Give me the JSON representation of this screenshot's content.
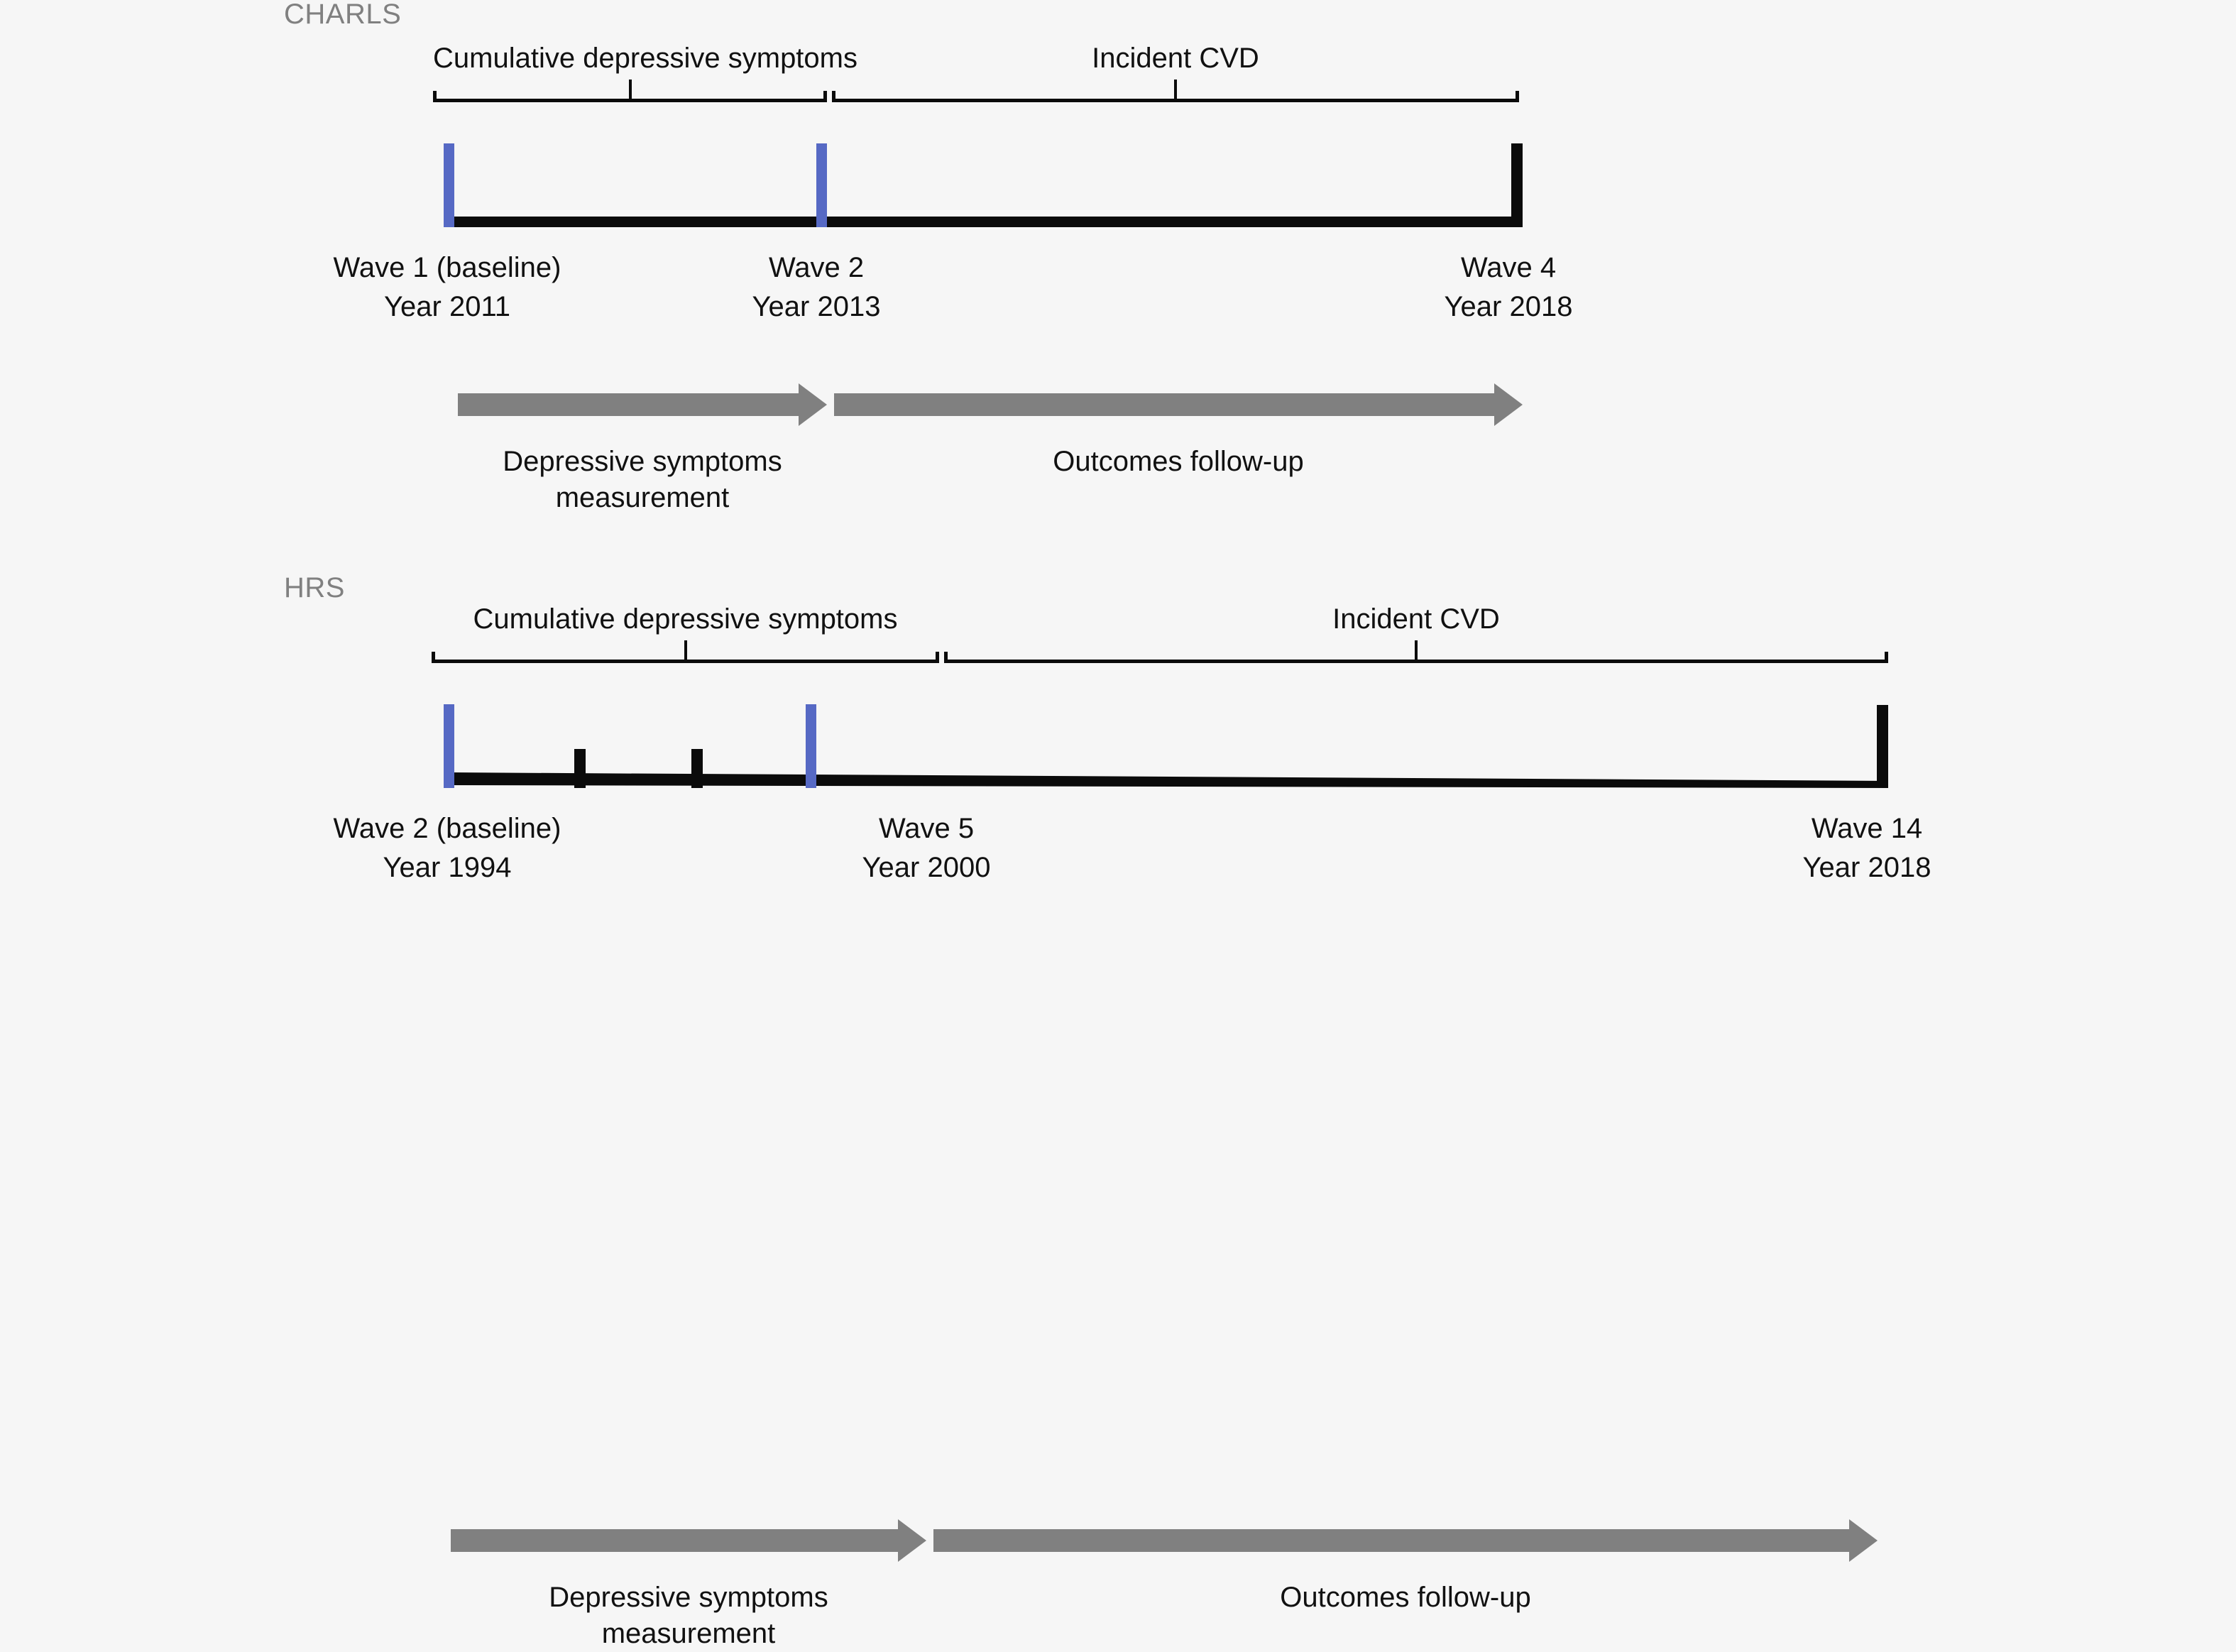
{
  "figure": {
    "background_color": "#f6f6f6",
    "accent_marker_color": "#5669c4",
    "axis_color": "#0b0b0b",
    "arrow_color": "#808080",
    "cohort_label_color": "#808080"
  },
  "panels": [
    {
      "id": "charls",
      "cohort_label": "CHARLS",
      "brackets": [
        {
          "id": "exposure",
          "label": "Cumulative depressive symptoms"
        },
        {
          "id": "outcome",
          "label": "Incident CVD"
        }
      ],
      "waves": [
        {
          "id": "wave1",
          "name": "Wave 1 (baseline)",
          "year": "Year 2011",
          "marker": "blue"
        },
        {
          "id": "wave2",
          "name": "Wave 2",
          "year": "Year 2013",
          "marker": "blue"
        },
        {
          "id": "wave4",
          "name": "Wave 4",
          "year": "Year 2018",
          "marker": "black"
        }
      ],
      "arrows": [
        {
          "id": "exposure-arrow",
          "caption_line1": "Depressive symptoms",
          "caption_line2": "measurement"
        },
        {
          "id": "outcome-arrow",
          "caption_line1": "Outcomes follow-up",
          "caption_line2": ""
        }
      ]
    },
    {
      "id": "hrs",
      "cohort_label": "HRS",
      "brackets": [
        {
          "id": "exposure",
          "label": "Cumulative depressive symptoms"
        },
        {
          "id": "outcome",
          "label": "Incident CVD"
        }
      ],
      "waves": [
        {
          "id": "wave2",
          "name": "Wave 2 (baseline)",
          "year": "Year 1994",
          "marker": "blue"
        },
        {
          "id": "wave3",
          "name": "",
          "year": "",
          "marker": "black-tick"
        },
        {
          "id": "wave4",
          "name": "",
          "year": "",
          "marker": "black-tick"
        },
        {
          "id": "wave5",
          "name": "Wave 5",
          "year": "Year 2000",
          "marker": "blue"
        },
        {
          "id": "wave14",
          "name": "Wave 14",
          "year": "Year 2018",
          "marker": "black"
        }
      ],
      "arrows": [
        {
          "id": "exposure-arrow",
          "caption_line1": "Depressive symptoms",
          "caption_line2": "measurement"
        },
        {
          "id": "outcome-arrow",
          "caption_line1": "Outcomes follow-up",
          "caption_line2": ""
        }
      ]
    }
  ]
}
